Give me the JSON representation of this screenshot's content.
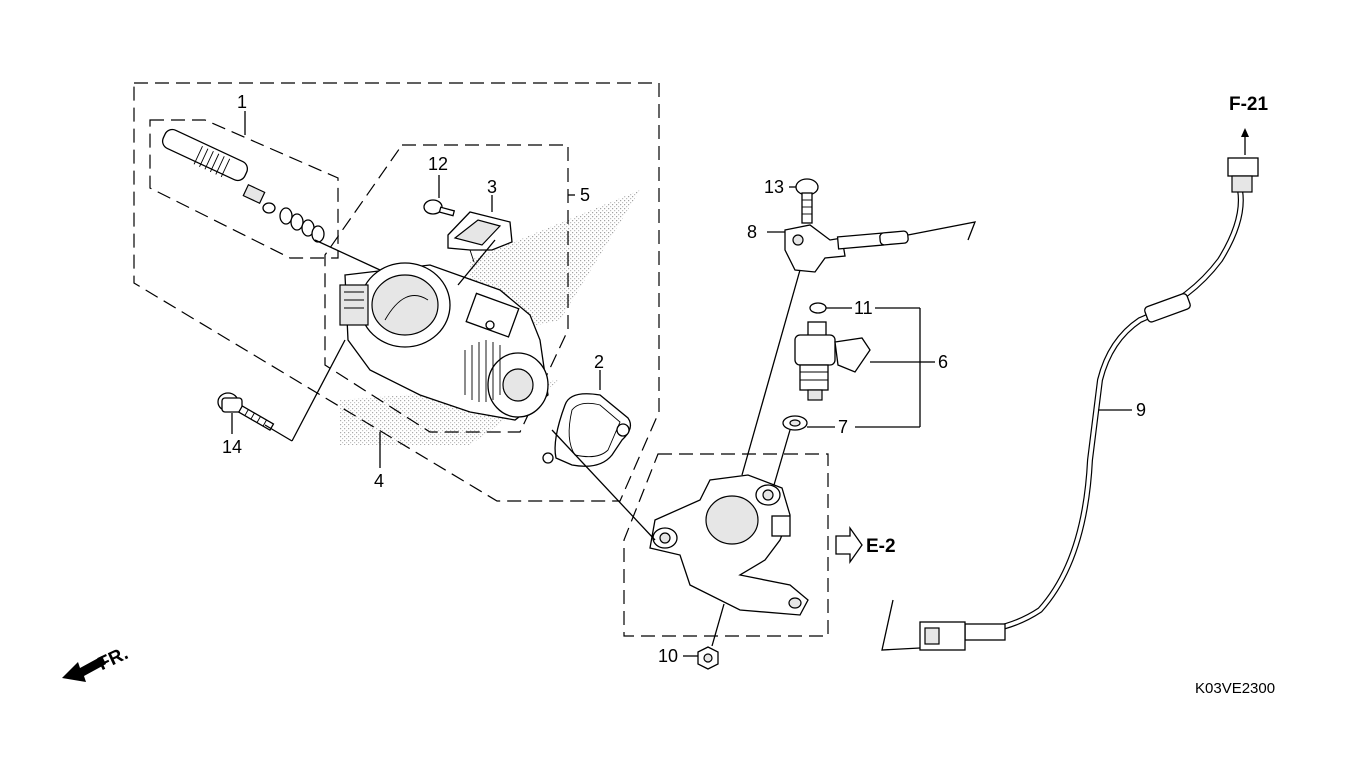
{
  "diagram": {
    "callouts": [
      "1",
      "2",
      "3",
      "4",
      "5",
      "6",
      "7",
      "8",
      "9",
      "10",
      "11",
      "12",
      "13",
      "14"
    ],
    "references": {
      "f21": "F-21",
      "e2": "E-2",
      "fr": "FR."
    },
    "drawing_code": "K03VE2300"
  }
}
